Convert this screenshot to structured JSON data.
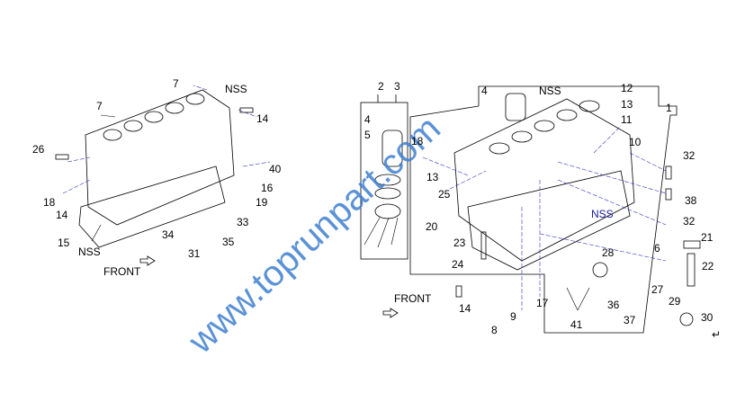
{
  "left_diagram": {
    "labels": [
      "7",
      "7",
      "NSS",
      "14",
      "26",
      "40",
      "16",
      "18",
      "19",
      "14",
      "33",
      "34",
      "35",
      "15",
      "31",
      "NSS"
    ],
    "front": "FRONT"
  },
  "right_diagram": {
    "labels": [
      "2",
      "3",
      "4",
      "NSS",
      "12",
      "1",
      "4",
      "13",
      "5",
      "11",
      "18",
      "10",
      "32",
      "13",
      "38",
      "25",
      "NSS",
      "32",
      "20",
      "21",
      "23",
      "28",
      "6",
      "22",
      "24",
      "27",
      "29",
      "14",
      "17",
      "36",
      "37",
      "9",
      "41",
      "8",
      "30"
    ],
    "front": "FRONT",
    "return_mark": "↵"
  },
  "watermark": "www.toprunpart.com"
}
